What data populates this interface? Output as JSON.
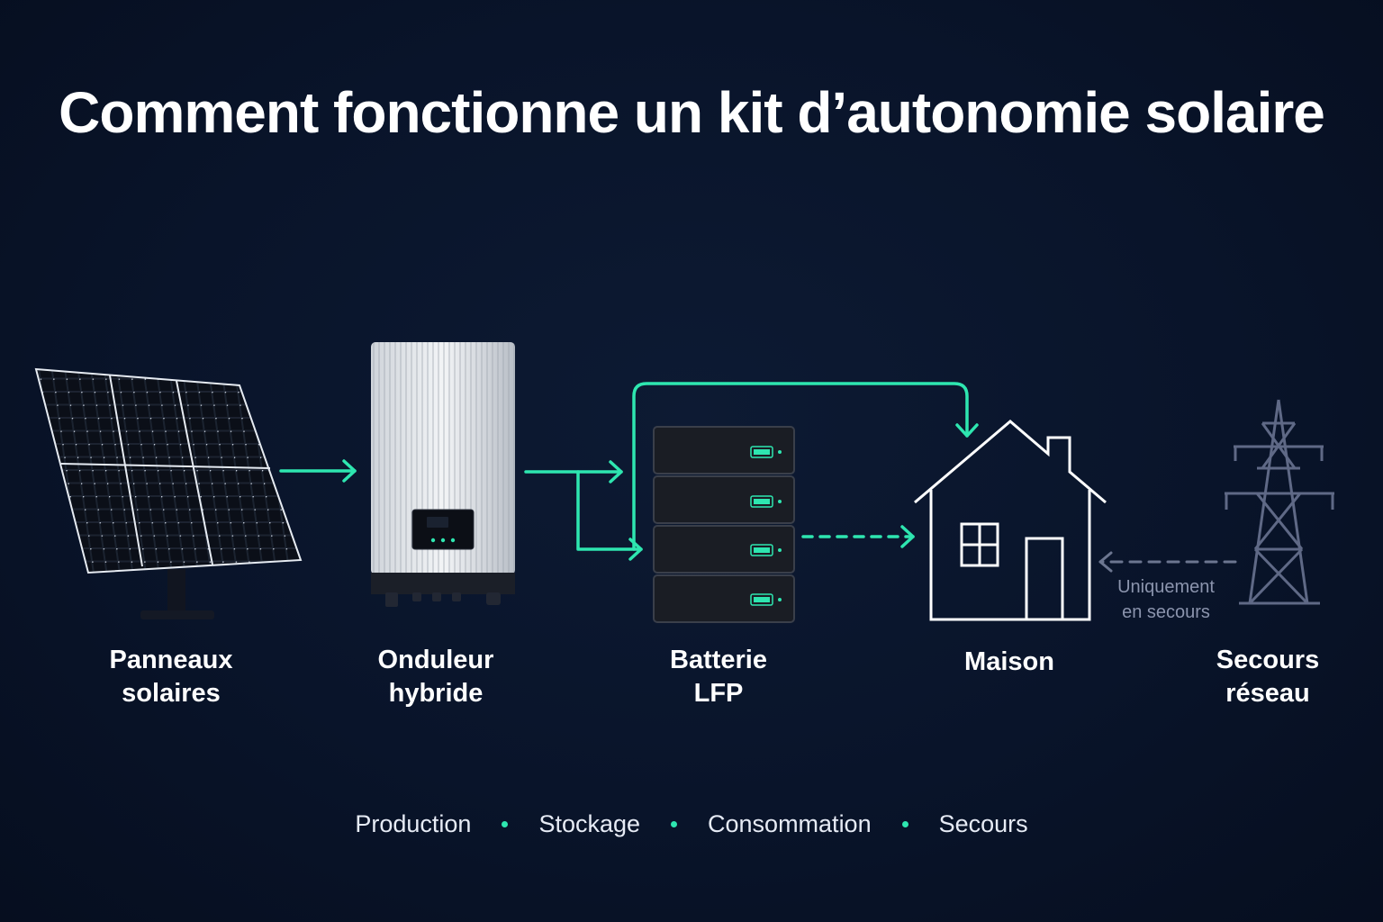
{
  "title": "Comment fonctionne un kit d’autonomie solaire",
  "colors": {
    "background": "#09142a",
    "flow": "#2ee6b0",
    "backup": "#6c7690",
    "text": "#ffffff"
  },
  "nodes": {
    "panels": {
      "line1": "Panneaux",
      "line2": "solaires",
      "icon": "solar-panel-icon"
    },
    "inverter": {
      "line1": "Onduleur",
      "line2": "hybride",
      "icon": "inverter-icon"
    },
    "battery": {
      "line1": "Batterie",
      "line2": "LFP",
      "icon": "battery-stack-icon"
    },
    "house": {
      "line1": "Maison",
      "icon": "house-icon"
    },
    "grid": {
      "line1": "Secours",
      "line2": "réseau",
      "icon": "pylon-icon"
    }
  },
  "backup_note": {
    "line1": "Uniquement",
    "line2": "en secours"
  },
  "legend": [
    "Production",
    "Stockage",
    "Consommation",
    "Secours"
  ]
}
